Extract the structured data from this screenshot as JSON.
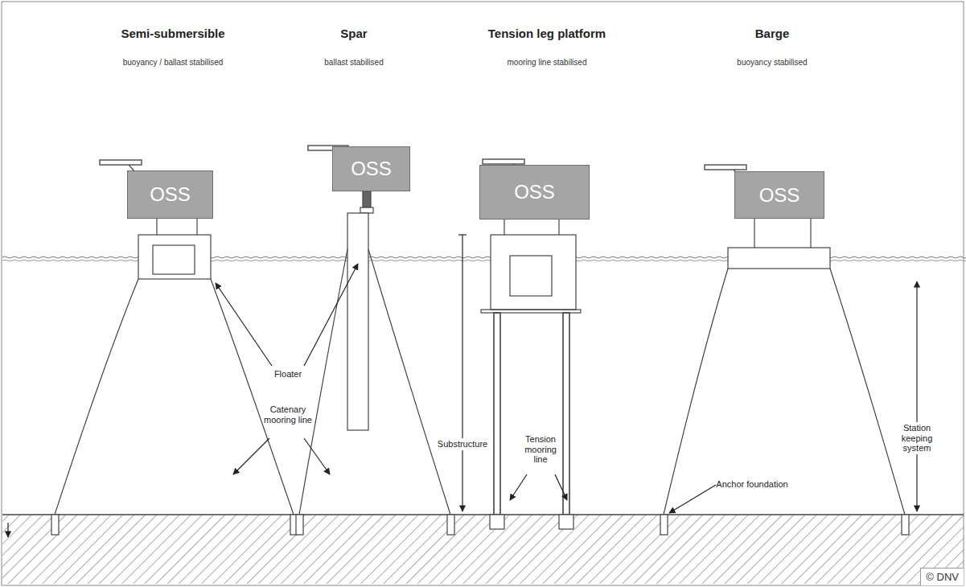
{
  "diagram": {
    "nodes": [
      {
        "text": [
          "OSS"
        ]
      },
      {
        "text": [
          "OSS"
        ]
      },
      {
        "text": [
          "OSS"
        ]
      },
      {
        "text": [
          "OSS"
        ]
      }
    ],
    "labels": [
      "Semi-submersible",
      "buoyancy / ballast stabilised",
      "Spar",
      "ballast stabilised",
      "Tension leg platform",
      "mooring line stabilised",
      "Barge",
      "buoyancy stabilised",
      "Floater",
      "Catenary mooring line",
      "Substructure",
      "Tension mooring line",
      "Station keeping system",
      "Anchor foundation",
      "© DNV"
    ]
  }
}
